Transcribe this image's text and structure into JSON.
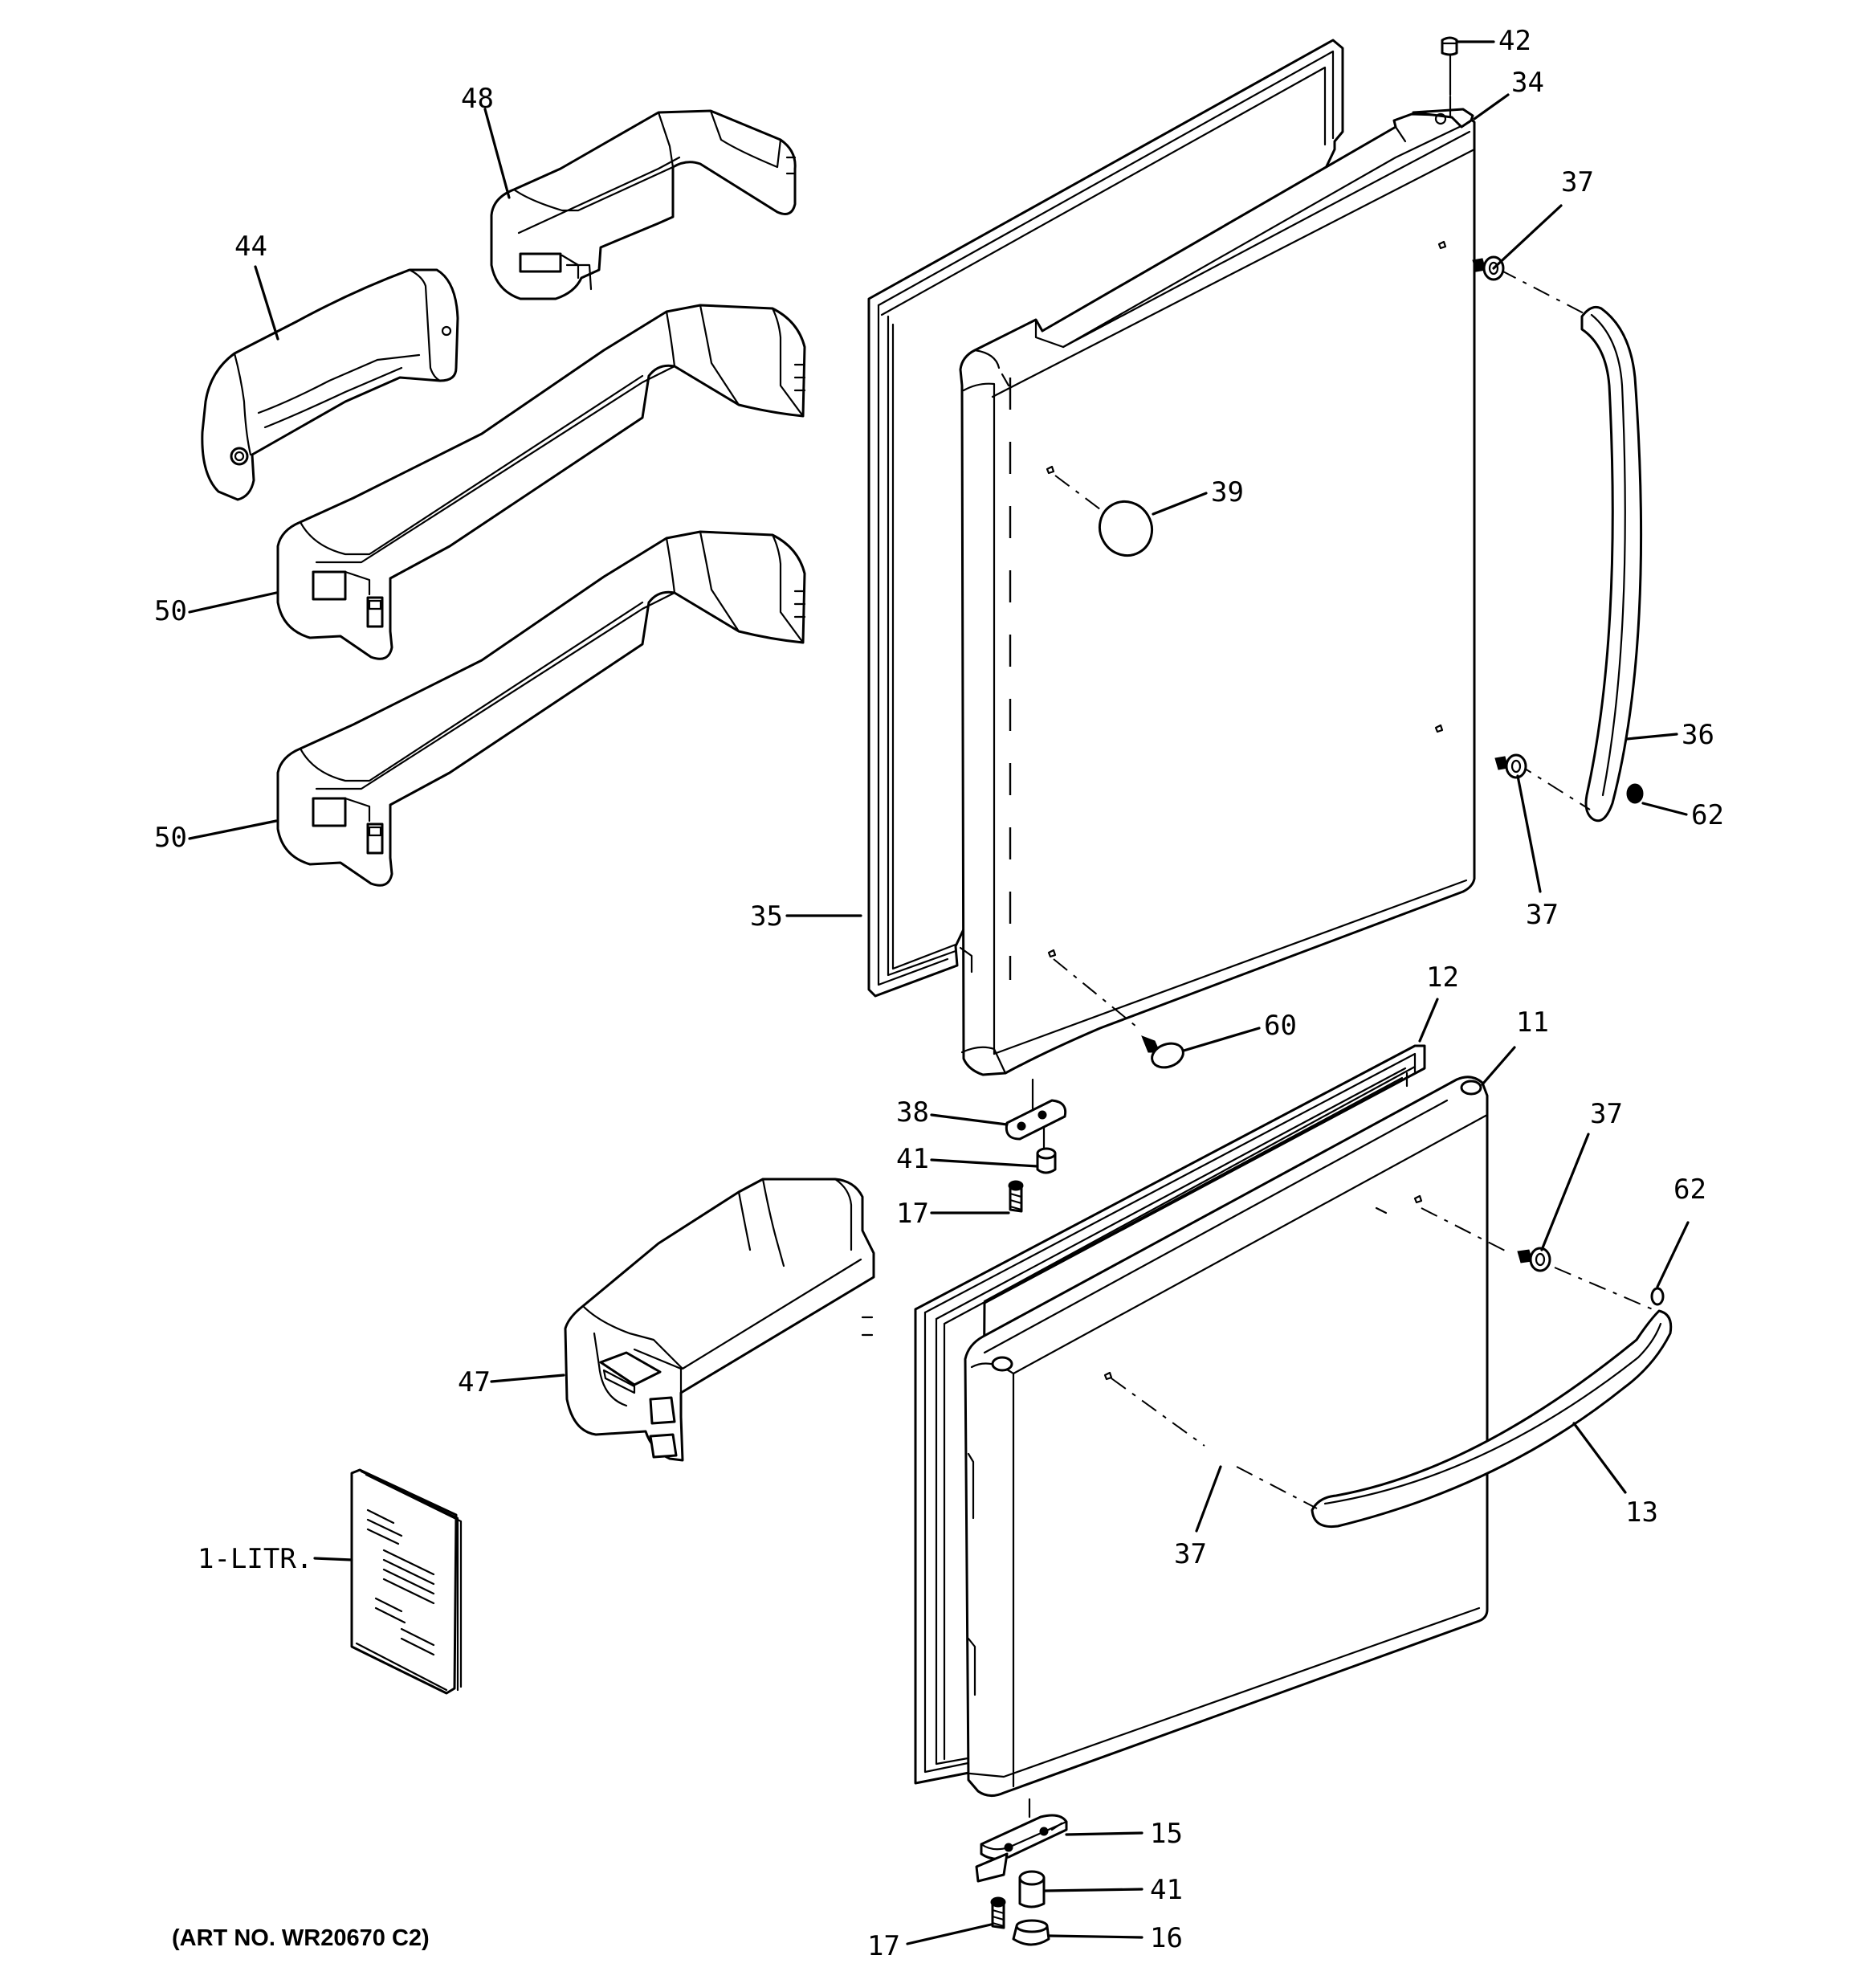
{
  "callouts": {
    "c42": "42",
    "c34": "34",
    "c48": "48",
    "c37_top": "37",
    "c44": "44",
    "c39": "39",
    "c50_top": "50",
    "c36": "36",
    "c62_top": "62",
    "c50_bottom": "50",
    "c37_mid": "37",
    "c35": "35",
    "c12": "12",
    "c11": "11",
    "c60": "60",
    "c38": "38",
    "c37_right": "37",
    "c41_top": "41",
    "c62_right": "62",
    "c17_top": "17",
    "c47": "47",
    "c13": "13",
    "c37_bottom": "37",
    "c1_litr": "1-LITR.",
    "c15": "15",
    "c41_bottom": "41",
    "c17_bottom": "17",
    "c16": "16"
  },
  "art_number": "(ART NO. WR20670 C2)"
}
